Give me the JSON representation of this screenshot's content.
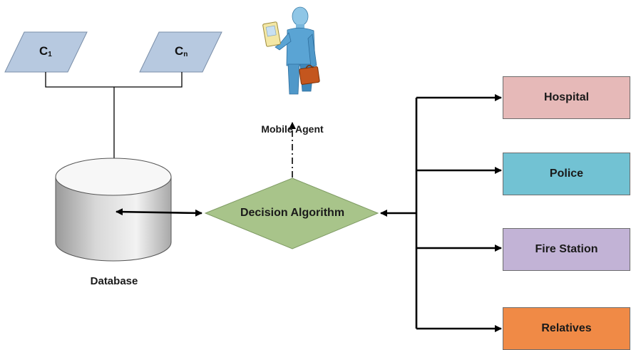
{
  "clients": [
    {
      "base": "C",
      "sub": "1"
    },
    {
      "base": "C",
      "sub": "n"
    }
  ],
  "nodes": {
    "database": "Database",
    "decision": "Decision Algorithm",
    "mobile_agent": "Mobile Agent"
  },
  "destinations": [
    {
      "label": "Hospital",
      "color": "#e6b9b8"
    },
    {
      "label": "Police",
      "color": "#72c2d3"
    },
    {
      "label": "Fire Station",
      "color": "#c2b3d6"
    },
    {
      "label": "Relatives",
      "color": "#f08a46"
    }
  ],
  "colors": {
    "client_fill": "#b7c9e0",
    "decision_fill": "#a8c48a",
    "line": "#000000"
  }
}
